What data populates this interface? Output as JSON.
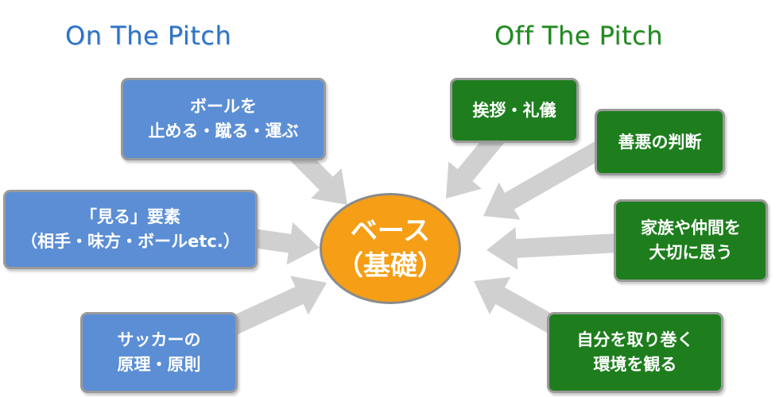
{
  "headings": {
    "left": "On The Pitch",
    "right": "Off The Pitch"
  },
  "colors": {
    "left_heading": "#2b74c9",
    "right_heading": "#1e8c1e",
    "blue_box": "#5b8ed4",
    "green_box": "#1e7e1e",
    "center": "#f59e16",
    "arrow": "#d0d0d0"
  },
  "center": {
    "line1": "ベース",
    "line2": "（基礎）"
  },
  "left_boxes": [
    {
      "line1": "ボールを",
      "line2": "止める・蹴る・運ぶ"
    },
    {
      "line1": "「見る」要素",
      "line2": "（相手・味方・ボールetc.）"
    },
    {
      "line1": "サッカーの",
      "line2": "原理・原則"
    }
  ],
  "right_boxes": [
    {
      "line1": "挨拶・礼儀"
    },
    {
      "line1": "善悪の判断"
    },
    {
      "line1": "家族や仲間を",
      "line2": "大切に思う"
    },
    {
      "line1": "自分を取り巻く",
      "line2": "環境を観る"
    }
  ]
}
